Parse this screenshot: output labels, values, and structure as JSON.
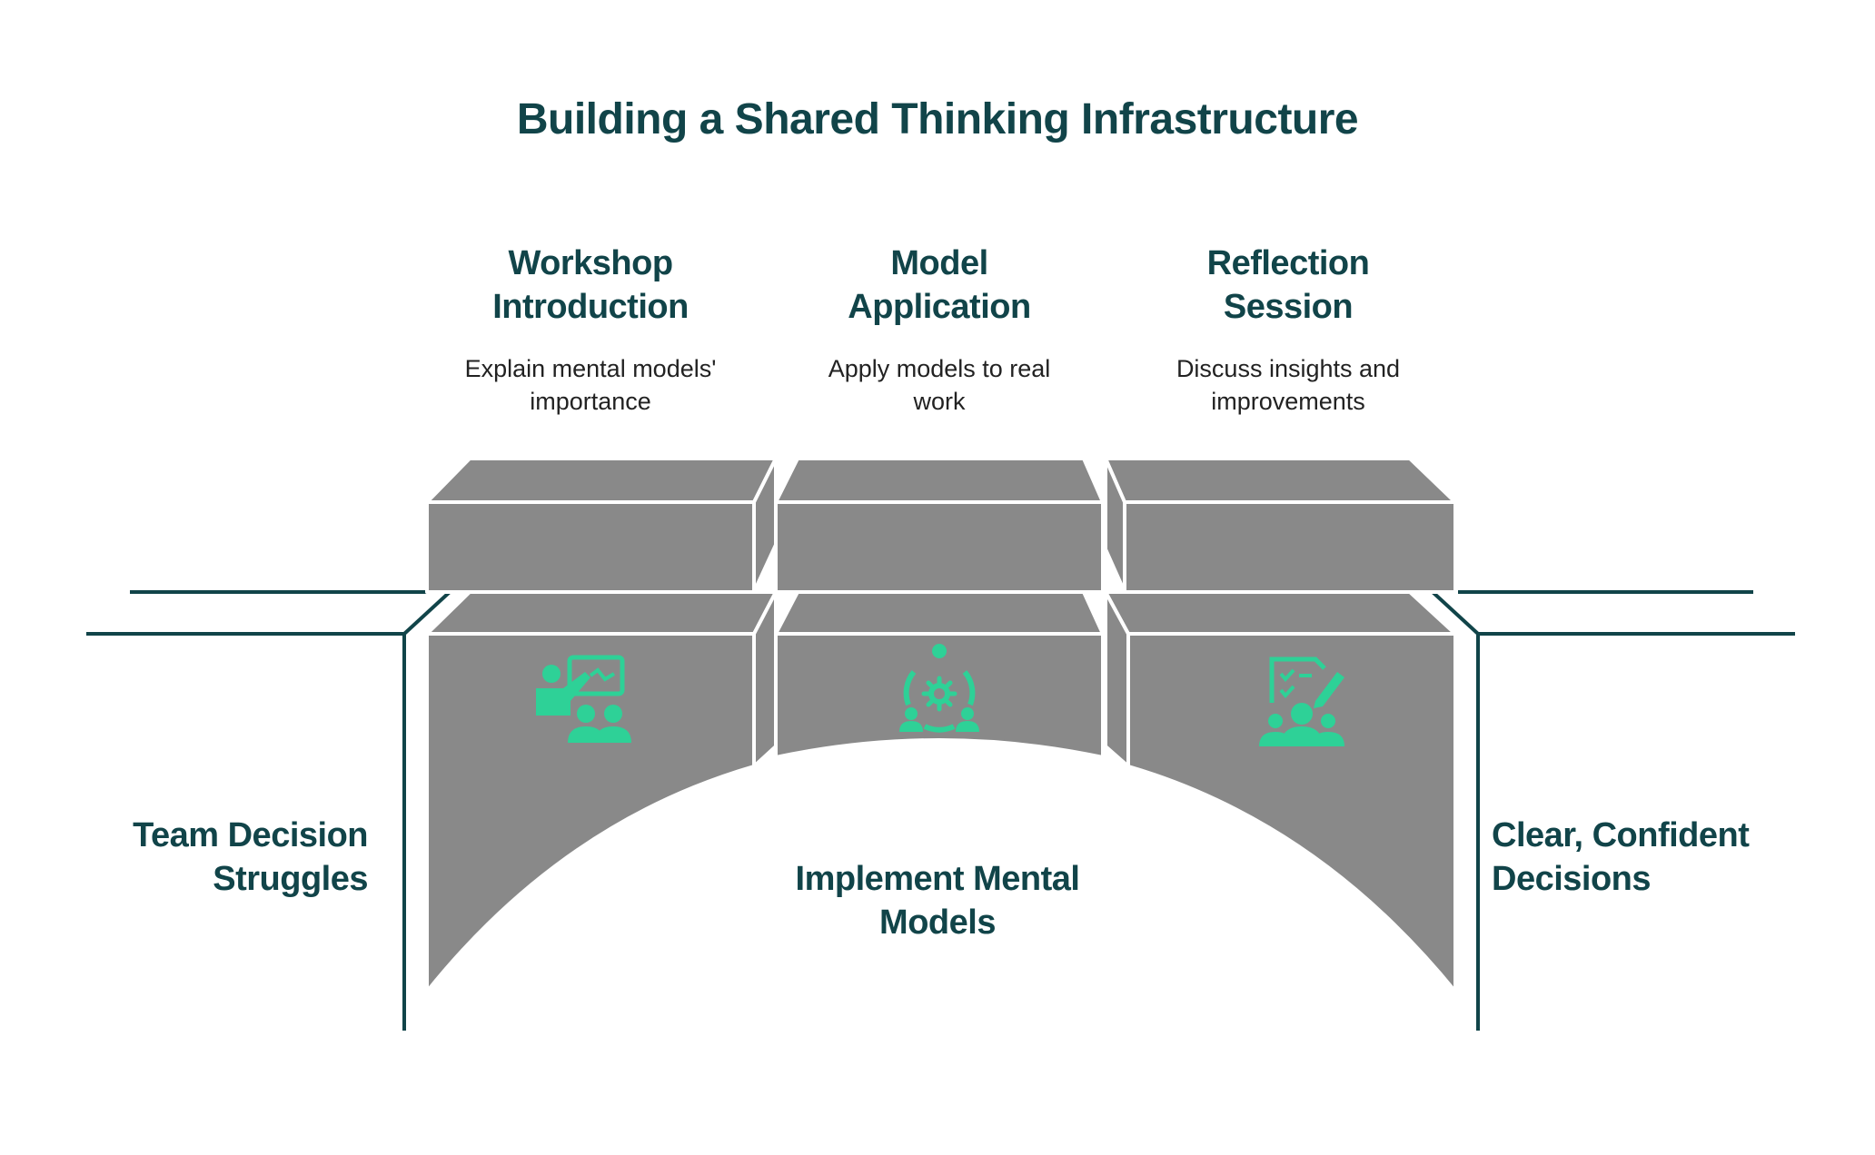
{
  "title": "Building a Shared Thinking Infrastructure",
  "steps": [
    {
      "title": "Workshop\nIntroduction",
      "description": "Explain mental models'\nimportance",
      "icon": "presenter-icon"
    },
    {
      "title": "Model\nApplication",
      "description": "Apply models to real\nwork",
      "icon": "model-cycle-icon"
    },
    {
      "title": "Reflection\nSession",
      "description": "Discuss insights and\nimprovements",
      "icon": "group-checklist-icon"
    }
  ],
  "left_label": "Team Decision\nStruggles",
  "right_label": "Clear, Confident\nDecisions",
  "center_label": "Implement Mental\nModels",
  "colors": {
    "title": "#114449",
    "block_gray": "#898989",
    "icon_green": "#2ED197",
    "line": "#114449"
  }
}
